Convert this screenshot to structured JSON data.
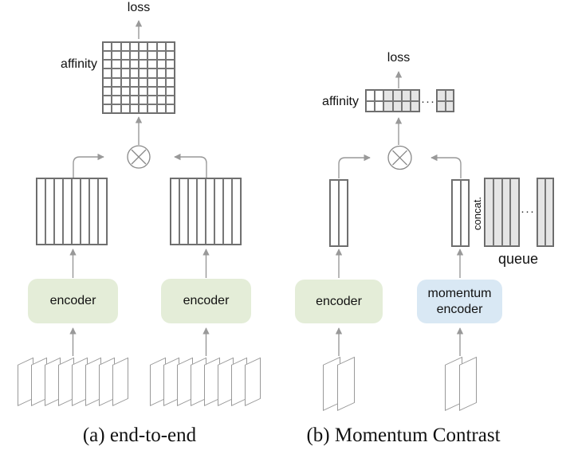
{
  "panel_a": {
    "caption": "(a) end-to-end",
    "loss_label": "loss",
    "affinity_label": "affinity",
    "encoder_left_label": "encoder",
    "encoder_right_label": "encoder",
    "affinity_grid": {
      "rows": 8,
      "cols": 8,
      "shaded_from_col": -1
    },
    "left_bars": {
      "rows": 1,
      "cols": 8,
      "shaded_from_col": -1
    },
    "right_bars": {
      "rows": 1,
      "cols": 8,
      "shaded_from_col": -1
    },
    "left_stack": {
      "sheets": 8
    },
    "right_stack": {
      "sheets": 8
    }
  },
  "panel_b": {
    "caption": "(b) Momentum Contrast",
    "loss_label": "loss",
    "affinity_label": "affinity",
    "encoder_label": "encoder",
    "momentum_encoder_label": "momentum encoder",
    "concat_label": "concat.",
    "queue_label": "queue",
    "ellipsis": "···",
    "affinity_strip": {
      "rows": 2,
      "cols": 6,
      "shaded_from_col": 2
    },
    "affinity_block": {
      "rows": 2,
      "cols": 2,
      "shaded_from_col": 0
    },
    "q_bar": {
      "rows": 1,
      "cols": 2,
      "shaded_from_col": -1
    },
    "k_bar": {
      "rows": 1,
      "cols": 2,
      "shaded_from_col": -1
    },
    "queue_block1": {
      "rows": 1,
      "cols": 4,
      "shaded_from_col": 0
    },
    "queue_block2": {
      "rows": 1,
      "cols": 2,
      "shaded_from_col": 0
    },
    "left_stack": {
      "sheets": 2
    },
    "right_stack": {
      "sheets": 2
    }
  },
  "colors": {
    "encoder_green": "#e4edd8",
    "momentum_blue": "#d9e8f4",
    "cell_gray": "#e5e5e5",
    "arrow_gray": "#999999",
    "stroke_gray": "#888888"
  }
}
